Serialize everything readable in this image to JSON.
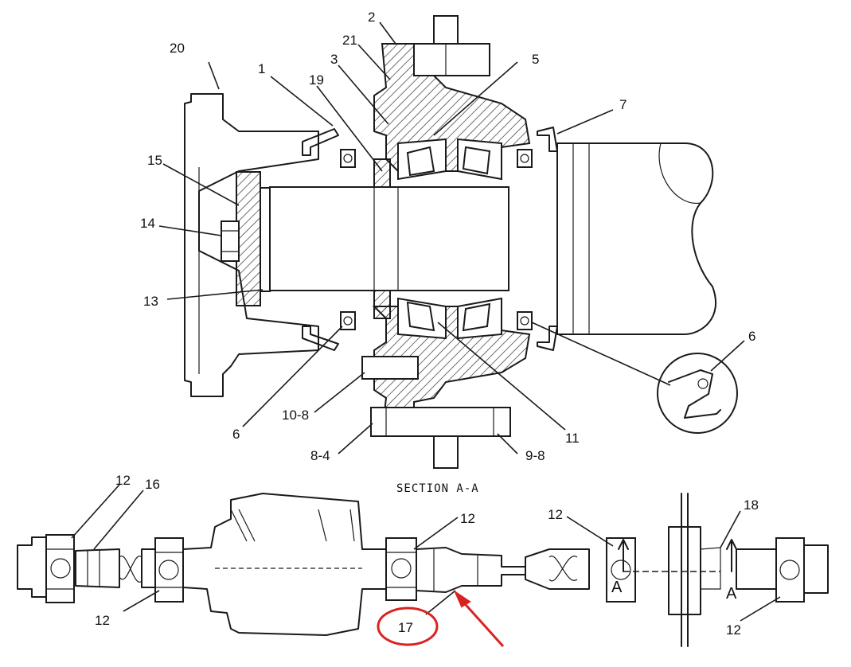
{
  "section_label": "SECTION A-A",
  "callouts": {
    "c20": "20",
    "c1": "1",
    "c19": "19",
    "c3": "3",
    "c21": "21",
    "c2": "2",
    "c5": "5",
    "c7": "7",
    "c15": "15",
    "c14": "14",
    "c13": "13",
    "c6a": "6",
    "c10_8": "10-8",
    "c8_4": "8-4",
    "c9_8": "9-8",
    "c11": "11",
    "c6b": "6",
    "c12a": "12",
    "c16": "16",
    "c12b": "12",
    "c12c": "12",
    "c12d": "12",
    "c12e": "12",
    "c18": "18",
    "c17": "17"
  },
  "section_marks": {
    "left": "A",
    "right": "A"
  },
  "highlight": {
    "circle_color": "#d92323",
    "arrow_color": "#d92323",
    "target": "17"
  }
}
